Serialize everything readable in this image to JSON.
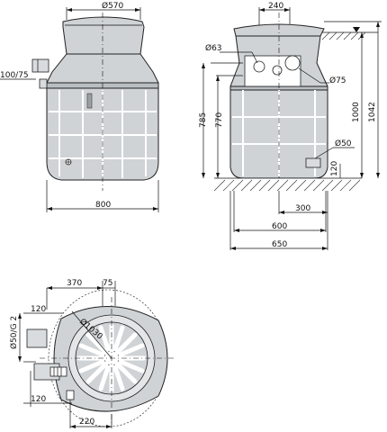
{
  "dimensions": {
    "front": {
      "top_diameter": "Ø570",
      "pipe_size": "100/75",
      "width": "800"
    },
    "side": {
      "top_width": "240",
      "hole_a": "Ø63",
      "hole_b": "Ø75",
      "height_a": "785",
      "height_b": "770",
      "height_c": "1000",
      "height_d": "1042",
      "outlet": "Ø50",
      "outlet_height": "120",
      "offset": "300",
      "base_width": "600",
      "total_width": "650"
    },
    "top": {
      "dim_a": "370",
      "dim_b": "75",
      "dim_left_top": "120",
      "pipe_label": "Ø50/G 2",
      "diameter": "Ø1030",
      "dim_left_bottom": "120",
      "dim_bottom": "220"
    }
  }
}
